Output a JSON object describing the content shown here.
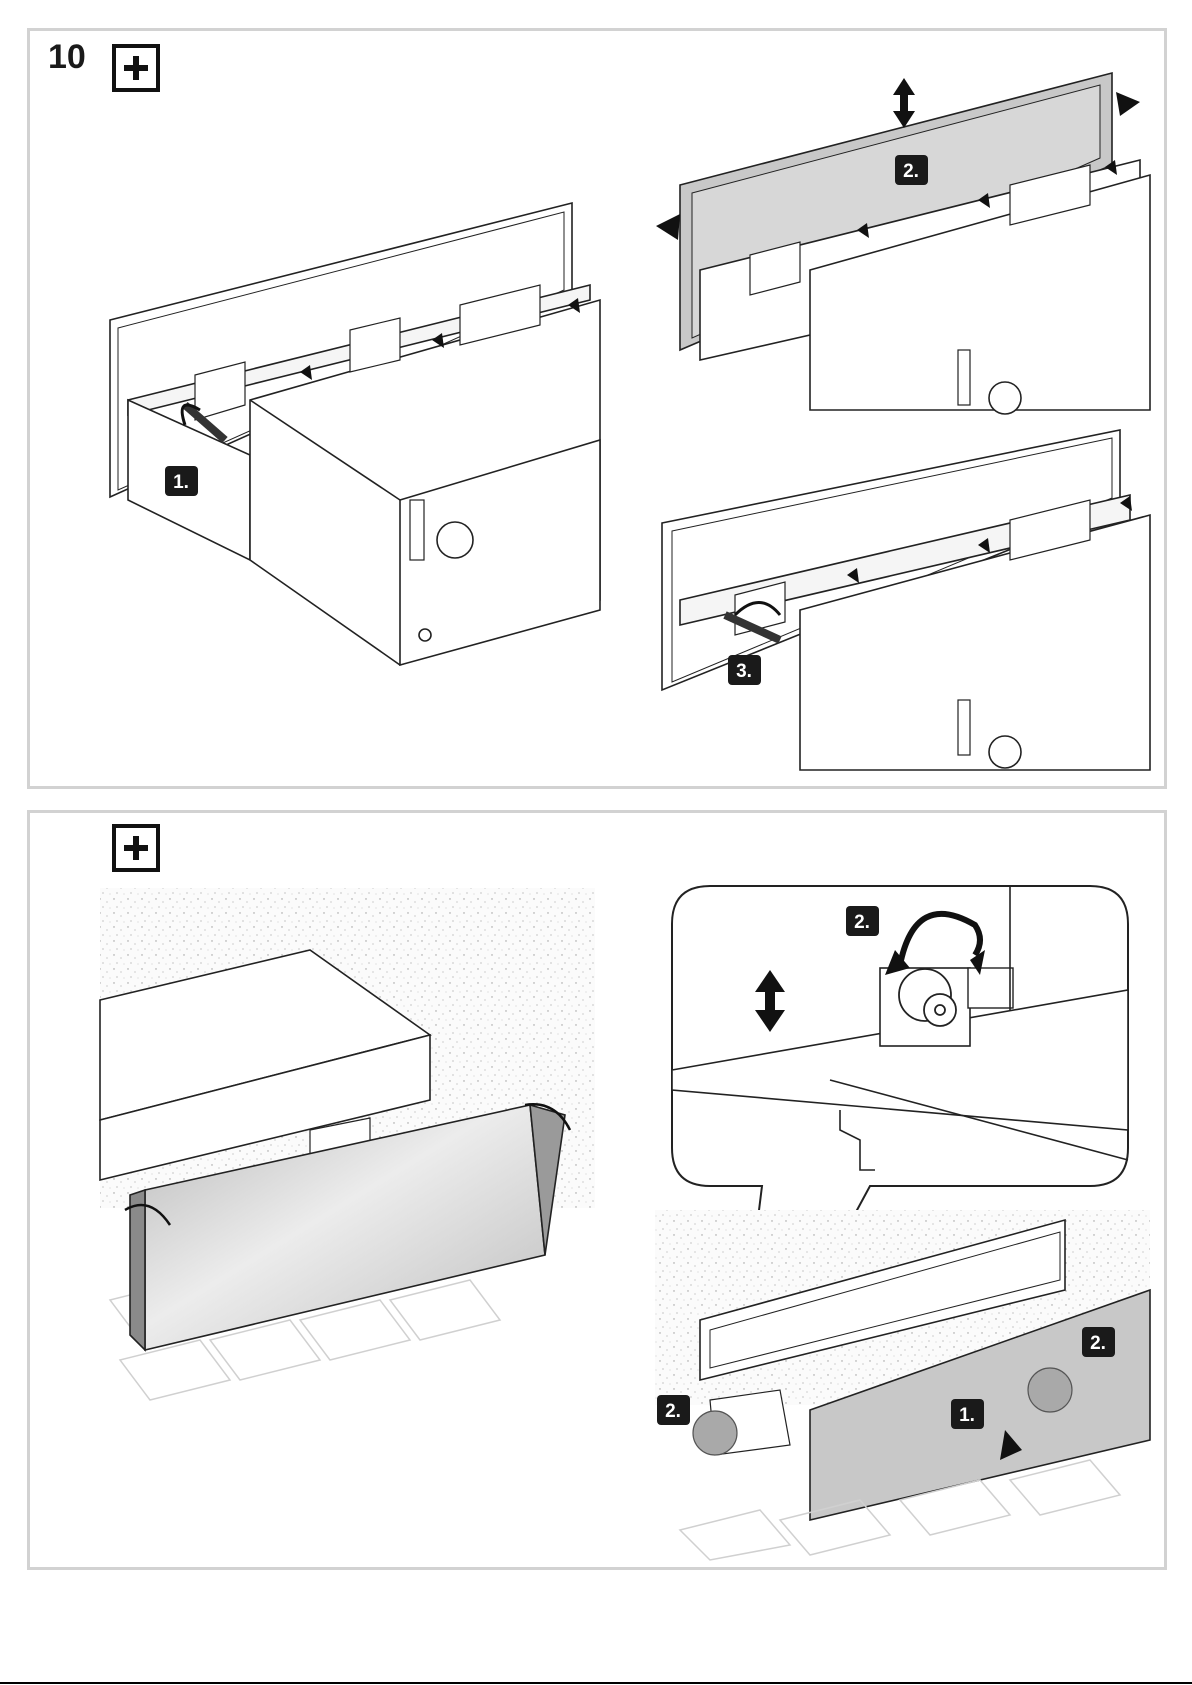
{
  "step": {
    "number": "10"
  },
  "icons": {
    "top_plus": "plus-box-icon",
    "bottom_plus": "plus-box-icon"
  },
  "badges": {
    "top_step1": "1.",
    "top_step2": "2.",
    "top_step3": "3.",
    "bottom_zoom_step2": "2.",
    "bottom_step2_right": "2.",
    "bottom_step2_left": "2.",
    "bottom_step1": "1."
  },
  "colors": {
    "panel_border": "#d2d2d2",
    "badge_fill": "#1a1a1a",
    "front_panel_fill": "#c8c8c8",
    "marker_circle": "#a9a9a9"
  }
}
